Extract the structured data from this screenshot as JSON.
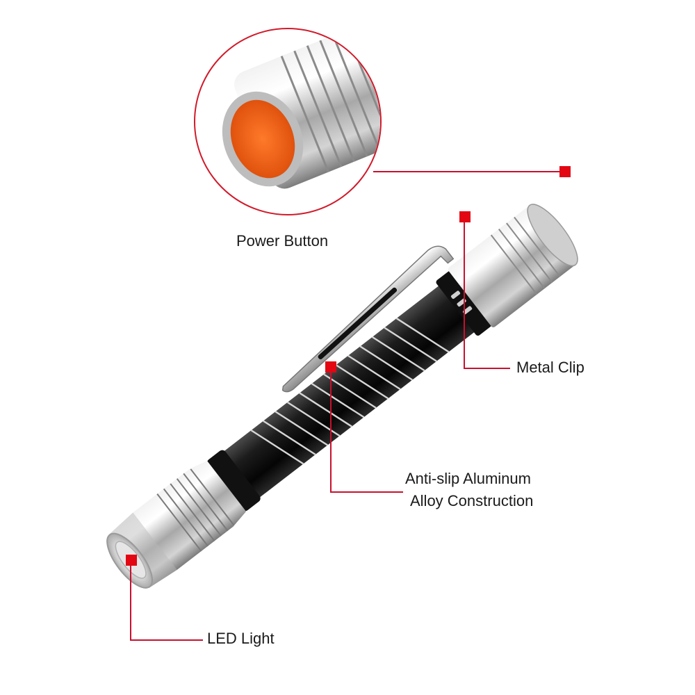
{
  "callouts": {
    "power_button": "Power Button",
    "metal_clip": "Metal Clip",
    "anti_slip_line1": "Anti-slip Aluminum",
    "anti_slip_line2": "Alloy Construction",
    "led_light": "LED Light"
  },
  "colors": {
    "callout_red": "#e30613",
    "button_orange": "#f05a14",
    "body_black": "#151515",
    "aluminum": "#c8c8c8"
  },
  "icons": {
    "marker": "red-square-marker"
  }
}
